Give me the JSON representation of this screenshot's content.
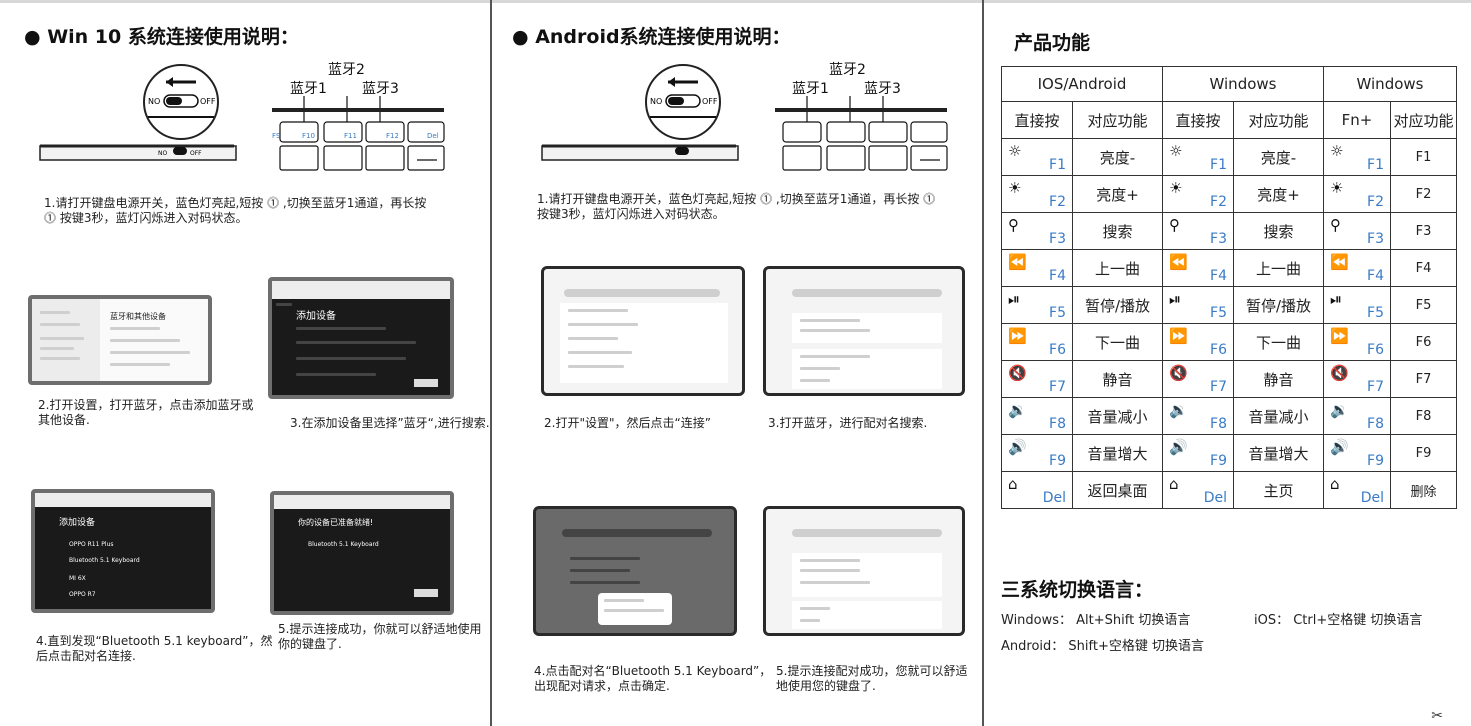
{
  "left": {
    "heading": "● Win 10 系统连接使用说明：",
    "switch_no": "NO",
    "switch_off": "OFF",
    "bt1": "蓝牙1",
    "bt2": "蓝牙2",
    "bt3": "蓝牙3",
    "key_f10": "F10",
    "key_f11": "F11",
    "key_f12": "F12",
    "key_del": "Del",
    "key_f9": "F9",
    "step1": "1.请打开键盘电源开关，蓝色灯亮起,短按 ⓵ ,切换至蓝牙1通道，再长按 ⓵ 按键3秒，蓝灯闪烁进入对码状态。",
    "step2": "2.打开设置，打开蓝牙，点击添加蓝牙或 其他设备.",
    "step3": "3.在添加设备里选择”蓝牙“,进行搜索.",
    "step4": "4.直到发现“Bluetooth 5.1 keyboard”，然后点击配对名连接.",
    "step5": "5.提示连接成功，你就可以舒适地使用 你的键盘了.",
    "shot2_title": "蓝牙和其他设备",
    "shot3_title": "添加设备",
    "shot4_title": "添加设备",
    "shot4_device1": "OPPO R11 Plus",
    "shot4_device2": "Bluetooth 5.1 Keyboard",
    "shot4_device3": "MI 6X",
    "shot4_device4": "OPPO R7",
    "shot5_title": "你的设备已准备就绪!",
    "shot5_device": "Bluetooth 5.1 Keyboard"
  },
  "middle": {
    "heading": "● Android系统连接使用说明：",
    "step1": "1.请打开键盘电源开关，蓝色灯亮起,短按 ⓵ ,切换至蓝牙1通道，再长按 ⓵ 按键3秒，蓝灯闪烁进入对码状态。",
    "step2": "2.打开\"设置\"，然后点击“连接”",
    "step3": "3.打开蓝牙，进行配对名搜索.",
    "step4": "4.点击配对名“Bluetooth 5.1 Keyboard”，出现配对请求，点击确定.",
    "step5": "5.提示连接配对成功，您就可以舒适 地使用您的键盘了."
  },
  "right": {
    "heading": "产品功能",
    "col_heads": [
      "IOS/Android",
      "Windows",
      "Windows"
    ],
    "sub_heads": [
      "直接按",
      "对应功能",
      "直接按",
      "对应功能",
      "Fn+",
      "对应功能"
    ],
    "rows": [
      {
        "sym": "☼",
        "key": "F1",
        "ios": "亮度-",
        "win": "亮度-",
        "fn": "F1"
      },
      {
        "sym": "☀",
        "key": "F2",
        "ios": "亮度+",
        "win": "亮度+",
        "fn": "F2"
      },
      {
        "sym": "⚲",
        "key": "F3",
        "ios": "搜索",
        "win": "搜索",
        "fn": "F3"
      },
      {
        "sym": "⏪",
        "key": "F4",
        "ios": "上一曲",
        "win": "上一曲",
        "fn": "F4"
      },
      {
        "sym": "⏯",
        "key": "F5",
        "ios": "暂停/播放",
        "win": "暂停/播放",
        "fn": "F5"
      },
      {
        "sym": "⏩",
        "key": "F6",
        "ios": "下一曲",
        "win": "下一曲",
        "fn": "F6"
      },
      {
        "sym": "🔇",
        "key": "F7",
        "ios": "静音",
        "win": "静音",
        "fn": "F7"
      },
      {
        "sym": "🔉",
        "key": "F8",
        "ios": "音量减小",
        "win": "音量减小",
        "fn": "F8"
      },
      {
        "sym": "🔊",
        "key": "F9",
        "ios": "音量增大",
        "win": "音量增大",
        "fn": "F9"
      },
      {
        "sym": "⌂",
        "key": "Del",
        "ios": "返回桌面",
        "win": "主页",
        "fn": "删除"
      }
    ],
    "lang_heading": "三系统切换语言：",
    "lang_windows": "Windows：  Alt+Shift     切换语言",
    "lang_ios": "iOS：  Ctrl+空格键   切换语言",
    "lang_android": "Android：  Shift+空格键    切换语言"
  }
}
